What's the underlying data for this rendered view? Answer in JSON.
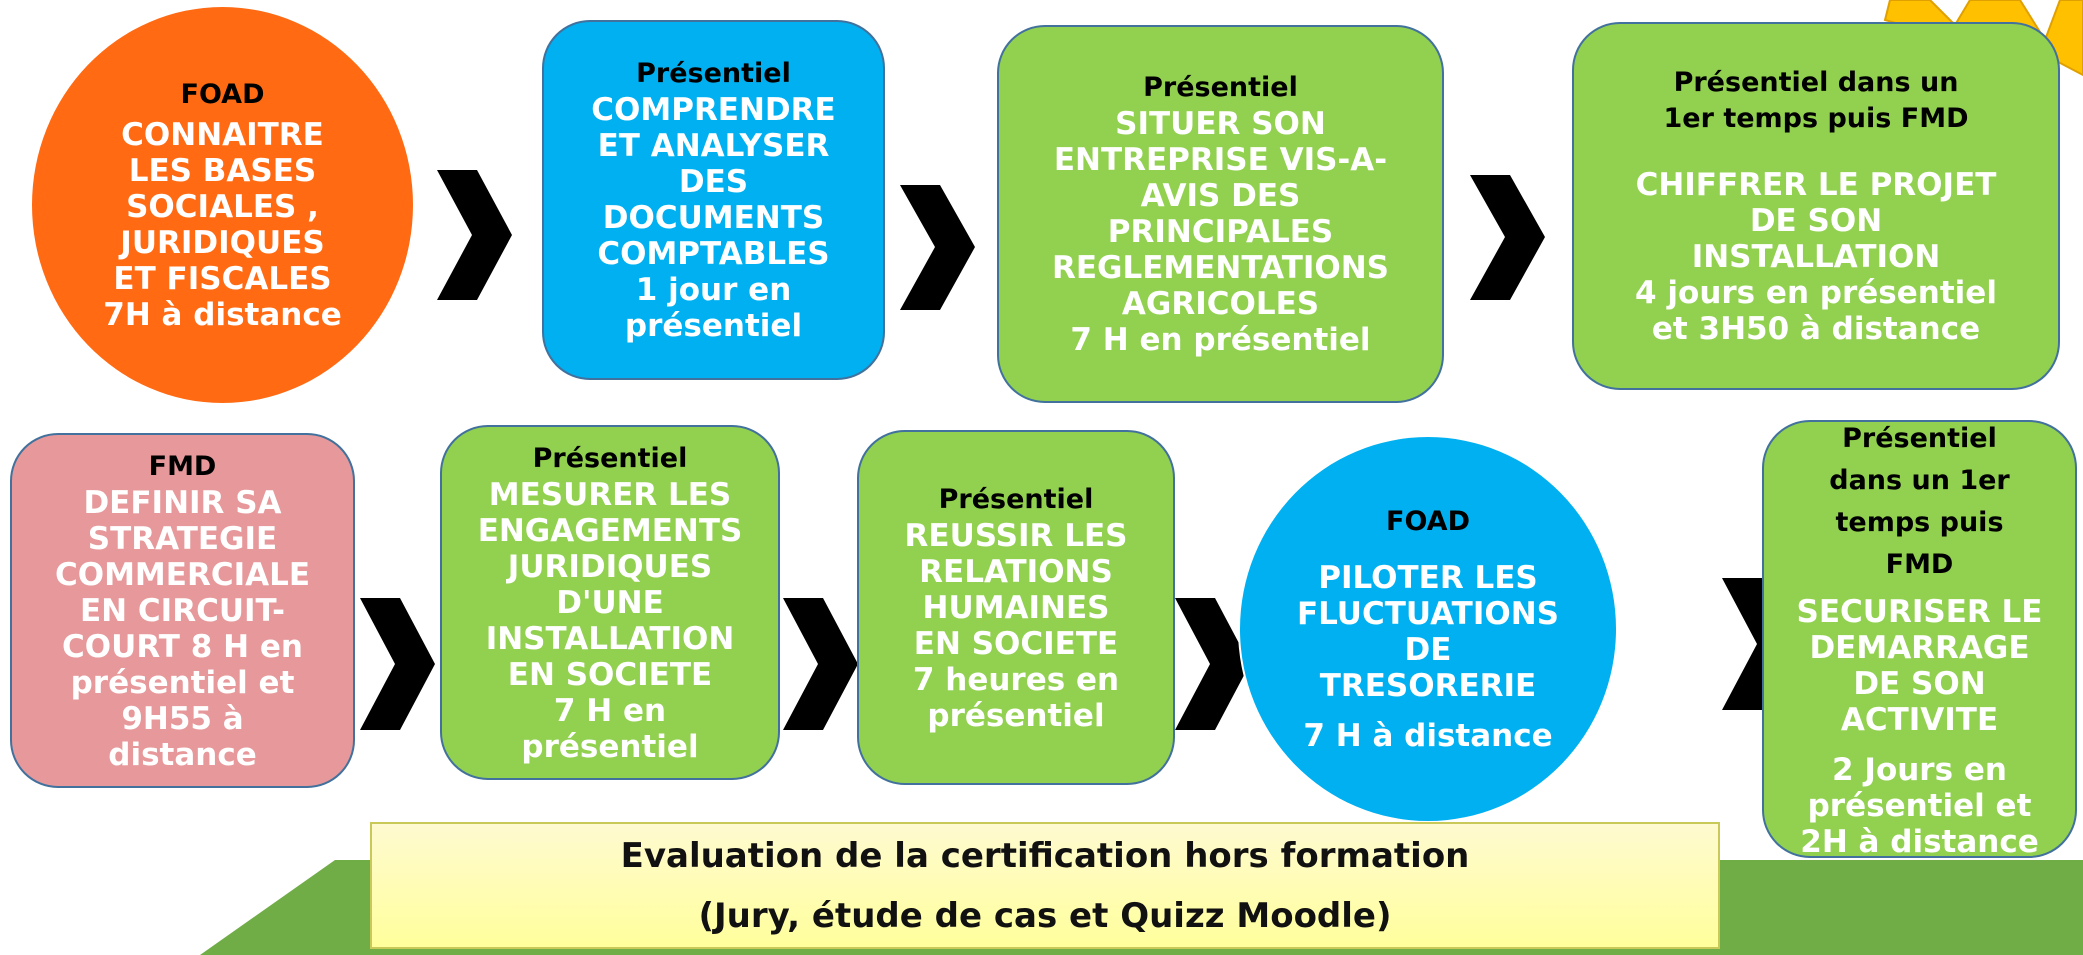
{
  "colors": {
    "green": "#92d050",
    "blue": "#00b0f0",
    "orange": "#ff6a13",
    "pink": "#e6989a",
    "star": "#ffc000",
    "banner": "#70ad47"
  },
  "steps_row1": [
    {
      "shape": "circle",
      "color": "orange",
      "head": "FOAD",
      "body": [
        "CONNAITRE",
        "LES BASES",
        "SOCIALES ,",
        "JURIDIQUES",
        "ET FISCALES",
        "7H à distance"
      ]
    },
    {
      "shape": "rounded-rect",
      "color": "blue",
      "head": "Présentiel",
      "body": [
        "COMPRENDRE",
        "ET ANALYSER",
        "DES",
        "DOCUMENTS",
        "COMPTABLES",
        "1 jour en",
        "présentiel"
      ]
    },
    {
      "shape": "rounded-rect",
      "color": "green",
      "head": "Présentiel",
      "body": [
        "SITUER SON",
        "ENTREPRISE VIS-A-",
        "AVIS DES",
        "PRINCIPALES",
        "REGLEMENTATIONS",
        "AGRICOLES",
        "7 H en présentiel"
      ]
    },
    {
      "shape": "rounded-rect",
      "color": "green",
      "head": "Présentiel dans un 1er temps puis FMD",
      "body": [
        "CHIFFRER LE PROJET",
        "DE SON",
        "INSTALLATION",
        "4 jours en présentiel",
        "et 3H50 à distance"
      ]
    }
  ],
  "steps_row2": [
    {
      "shape": "rounded-rect",
      "color": "pink",
      "head": "FMD",
      "body": [
        "DEFINIR SA",
        "STRATEGIE",
        "COMMERCIALE",
        "EN CIRCUIT-",
        "COURT 8 H en",
        "présentiel et",
        "9H55 à",
        "distance"
      ]
    },
    {
      "shape": "rounded-rect",
      "color": "green",
      "head": "Présentiel",
      "body": [
        "MESURER LES",
        "ENGAGEMENTS",
        "JURIDIQUES",
        "D'UNE",
        "INSTALLATION",
        "EN SOCIETE",
        "7 H en",
        "présentiel"
      ]
    },
    {
      "shape": "rounded-rect",
      "color": "green",
      "head": "Présentiel",
      "body": [
        "REUSSIR LES",
        "RELATIONS",
        "HUMAINES",
        "EN SOCIETE",
        "7 heures en",
        "présentiel"
      ]
    },
    {
      "shape": "circle",
      "color": "blue",
      "head": "FOAD",
      "body": [
        "PILOTER LES",
        "FLUCTUATIONS",
        "DE",
        "TRESORERIE",
        "7 H à distance"
      ]
    },
    {
      "shape": "rounded-rect",
      "color": "green",
      "head": "Présentiel dans un 1er temps puis FMD",
      "body": [
        "SECURISER LE",
        "DEMARRAGE",
        "DE SON",
        "ACTIVITE",
        "2 Jours en",
        "présentiel et",
        "2H à distance"
      ]
    }
  ],
  "evaluation": {
    "line1": "Evaluation de la certification hors formation",
    "line2": "(Jury, étude de cas et Quizz Moodle)"
  }
}
